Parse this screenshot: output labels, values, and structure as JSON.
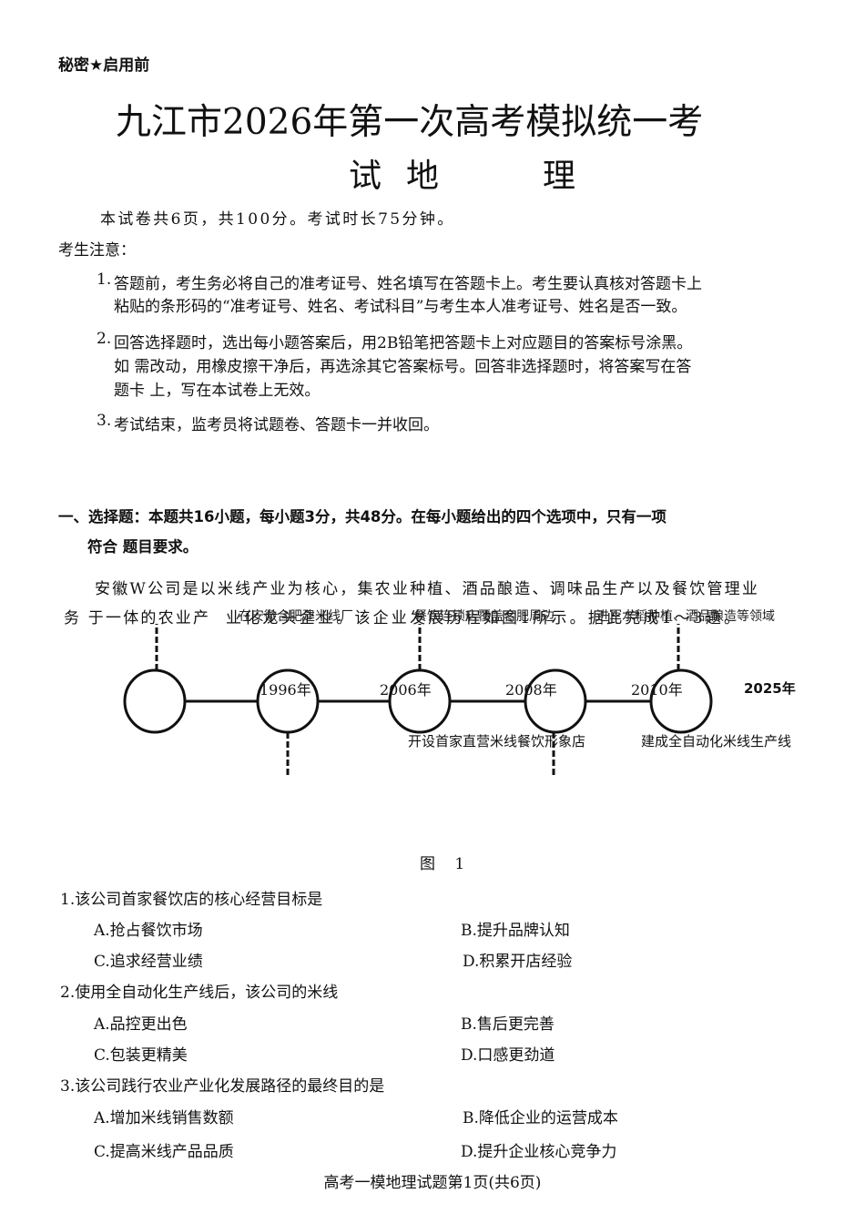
{
  "header": {
    "secret_label": "秘密★启用前",
    "title": "九江市2026年第一次高考模拟统一考",
    "subtitle_parts": [
      "试",
      "地",
      "理"
    ]
  },
  "intro": {
    "summary": "本试卷共6页，共100分。考试时长75分钟。",
    "notice_title": "考生注意：",
    "notices": [
      {
        "num": "1.",
        "lines": [
          "答题前，考生务必将自己的准考证号、姓名填写在答题卡上。考生要认真核对答题卡上",
          "粘贴的条形码的“准考证号、姓名、考试科目”与考生本人准考证号、姓名是否一致。"
        ]
      },
      {
        "num": "2.",
        "lines": [
          "回答选择题时，选出每小题答案后，用2B铅笔把答题卡上对应题目的答案标号涂黑。",
          "如 需改动，用橡皮擦干净后，再选涂其它答案标号。回答非选择题时，将答案写在答",
          "题卡 上，写在本试卷上无效。"
        ]
      },
      {
        "num": "3.",
        "lines": [
          "考试结束，监考员将试题卷、答题卡一并收回。"
        ]
      }
    ]
  },
  "section1": {
    "heading_line1": "一、选择题：本题共16小题，每小题3分，共48分。在每小题给出的四个选项中，只有一项",
    "heading_line2": "符合 题目要求。",
    "passage_line1": "安徽W公司是以米线产业为核心，集农业种植、酒品酿造、调味品生产以及餐饮管理业",
    "passage_line2_start": "务 于一体的农业产",
    "passage_line2_rest": "业化龙头企业。该企业发展历程如图1所示。据此完成1～3题。"
  },
  "figure": {
    "caption": "图 1",
    "top_labels": [
      "在安徽合肥建米线厂",
      "餐饮连锁店覆盖合肥周边",
      "进军水稻种植、酒品酿造等领域"
    ],
    "years": [
      "1996年",
      "2006年",
      "2008年",
      "2010年",
      "2025年"
    ],
    "bottom_labels": [
      "开设首家直营米线餐饮形象店",
      "建成全自动化米线生产线"
    ]
  },
  "questions": [
    {
      "stem": "1.该公司首家餐饮店的核心经营目标是",
      "options": [
        "A.抢占餐饮市场",
        "B.提升品牌认知",
        "C.追求经营业绩",
        "D.积累开店经验"
      ]
    },
    {
      "stem": "2.使用全自动化生产线后，该公司的米线",
      "options": [
        "A.品控更出色",
        "B.售后更完善",
        "C.包装更精美",
        "D.口感更劲道"
      ]
    },
    {
      "stem": "3.该公司践行农业产业化发展路径的最终目的是",
      "options": [
        "A.增加米线销售数额",
        "B.降低企业的运营成本",
        "C.提高米线产品品质",
        "D.提升企业核心竞争力"
      ]
    }
  ],
  "footer": {
    "page_label": "高考一模地理试题第1页(共6页)"
  }
}
